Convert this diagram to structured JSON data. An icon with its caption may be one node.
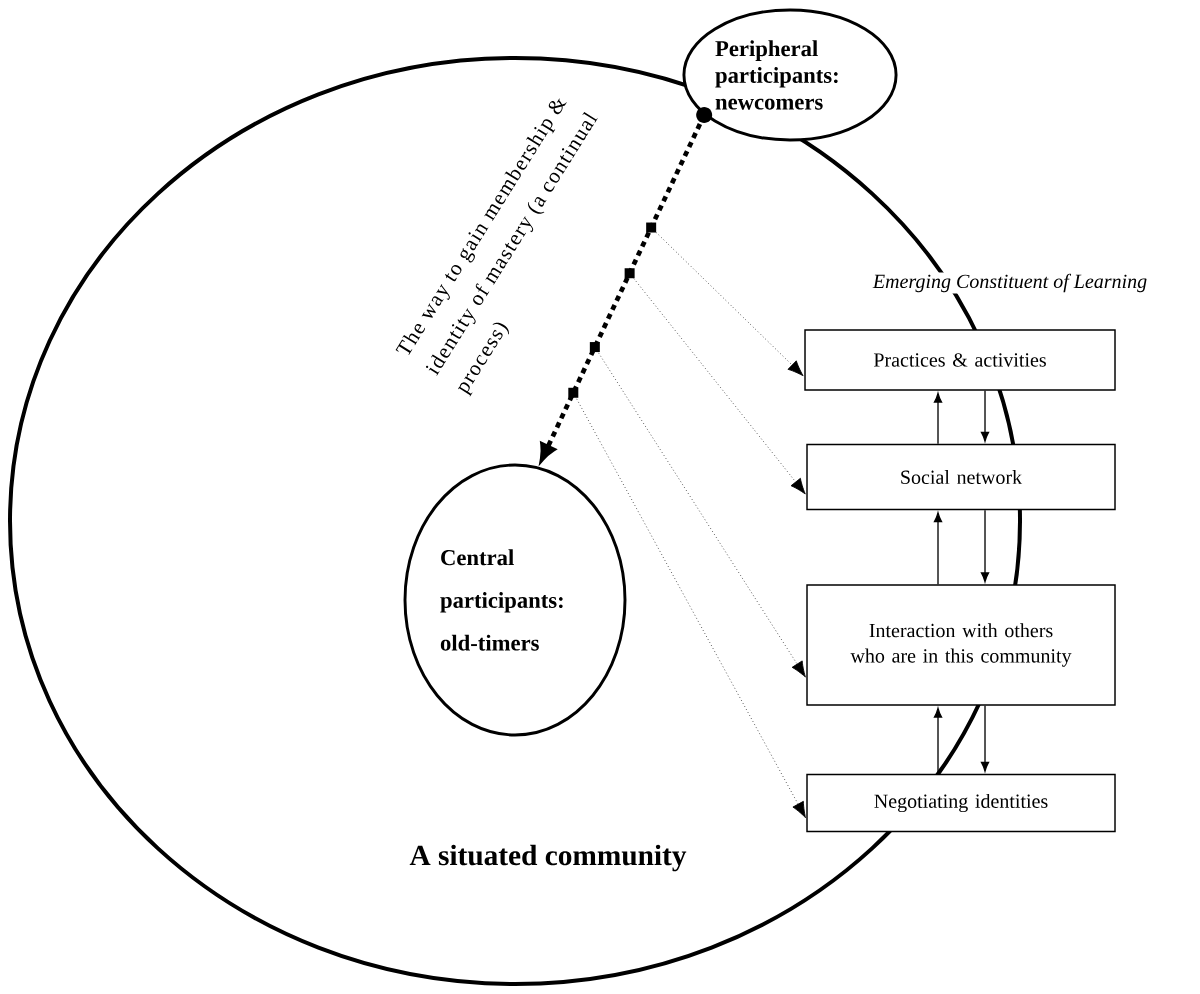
{
  "diagram": {
    "nodes": [
      {
        "text": [
          "A situated community"
        ]
      },
      {
        "text": [
          "Peripheral participants: newcomers"
        ]
      },
      {
        "text": [
          "Central participants: old-timers"
        ],
        "in": 0
      },
      {
        "text": [
          "Practices & activities"
        ]
      },
      {
        "text": [
          "Social network"
        ]
      },
      {
        "text": [
          "Interaction with others who are in this community"
        ]
      },
      {
        "text": [
          "Negotiating identities"
        ]
      }
    ],
    "edges": [
      {
        "from": 1,
        "to": 2,
        "arrow": "to",
        "style": "dashed",
        "label": "The way to gain membership & identity of mastery (a continual process)"
      },
      {
        "from": null,
        "to": 3,
        "arrow": "to",
        "style": "dashed"
      },
      {
        "from": null,
        "to": 4,
        "arrow": "to",
        "style": "dashed"
      },
      {
        "from": null,
        "to": 5,
        "arrow": "to",
        "style": "dashed"
      },
      {
        "from": null,
        "to": 6,
        "arrow": "to",
        "style": "dashed"
      },
      {
        "from": 3,
        "to": 4,
        "arrow": "to"
      },
      {
        "from": 4,
        "to": 3,
        "arrow": "to"
      },
      {
        "from": 4,
        "to": 5,
        "arrow": "to"
      },
      {
        "from": 5,
        "to": 4,
        "arrow": "to"
      },
      {
        "from": 5,
        "to": 6,
        "arrow": "to"
      },
      {
        "from": 6,
        "to": 5,
        "arrow": "to"
      }
    ],
    "labels": [
      "Emerging Constituent of Learning"
    ]
  }
}
